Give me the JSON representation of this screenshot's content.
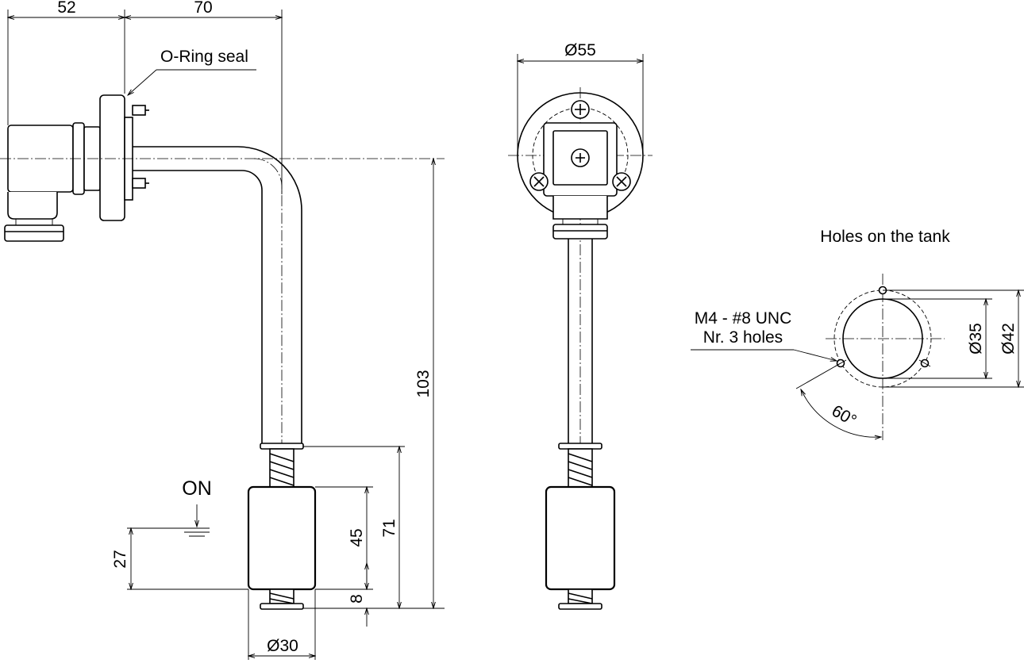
{
  "dimensions": {
    "top_left_width": "52",
    "top_body_width": "70",
    "flange_diameter": "Ø55",
    "total_height": "103",
    "float_height": "45",
    "stroke_length": "71",
    "bottom_offset": "8",
    "float_diameter": "Ø30",
    "on_level": "27",
    "hole_inner_diameter": "Ø35",
    "hole_bolt_circle": "Ø42",
    "hole_angle": "60°"
  },
  "labels": {
    "oring": "O-Ring seal",
    "on": "ON",
    "holes_title": "Holes on the tank",
    "holes_spec_line1": "M4 - #8 UNC",
    "holes_spec_line2": "Nr. 3 holes"
  },
  "colors": {
    "ink": "#000000",
    "paper": "#ffffff"
  }
}
